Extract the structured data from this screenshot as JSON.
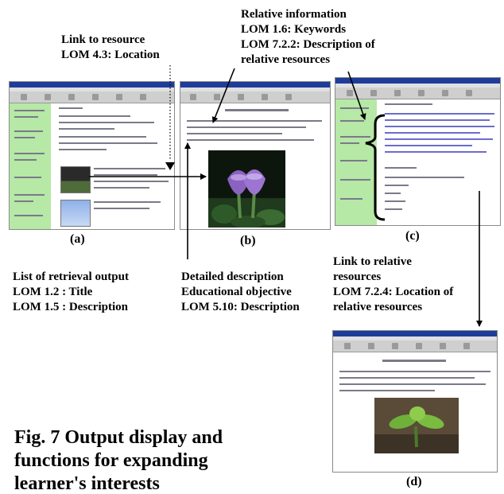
{
  "annotations": {
    "relative_info": [
      "Relative information",
      "LOM 1.6: Keywords",
      "LOM 7.2.2: Description of",
      "relative resources"
    ],
    "link_resource": [
      "Link to resource",
      "LOM 4.3: Location"
    ],
    "retrieval": [
      "List of retrieval output",
      "LOM 1.2 : Title",
      "LOM 1.5 : Description"
    ],
    "detailed": [
      "Detailed description",
      "Educational objective",
      "LOM 5.10: Description"
    ],
    "link_relative": [
      "Link to relative",
      "resources",
      "LOM 7.2.4: Location of",
      "relative resources"
    ]
  },
  "panels": {
    "a": "(a)",
    "b": "(b)",
    "c": "(c)",
    "d": "(d)"
  },
  "caption": [
    "Fig. 7 Output display and",
    "functions for expanding",
    "learner's interests"
  ],
  "colors": {
    "sidebar": "#b6e8a6",
    "titlebar": "#1e3c9a",
    "link_text": "#6c6ccf"
  }
}
